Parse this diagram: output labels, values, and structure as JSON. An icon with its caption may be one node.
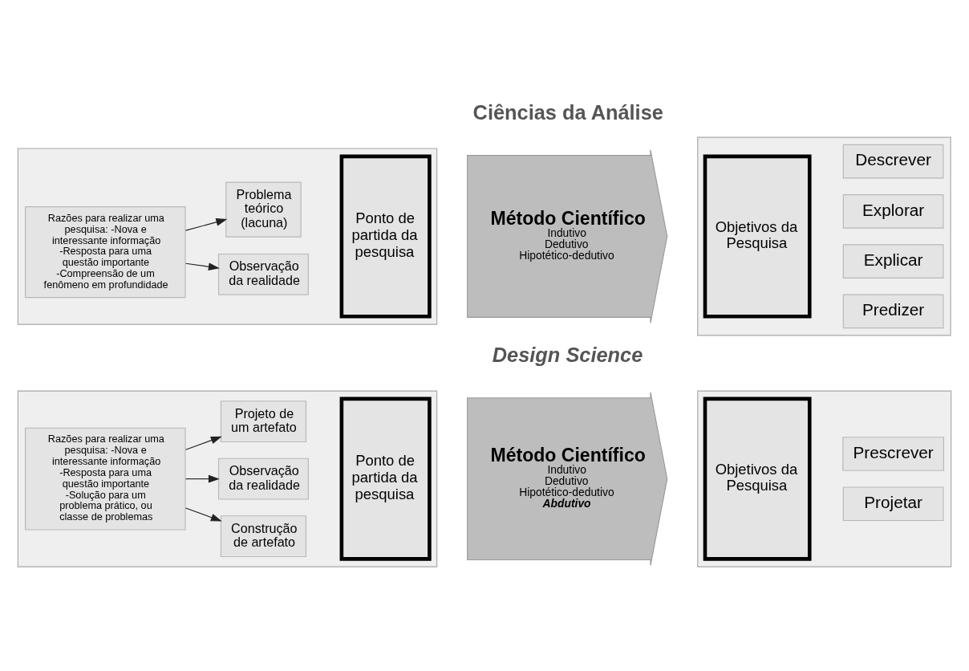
{
  "diagram": {
    "nodes": [
      {
        "text": [],
        "shape": "box"
      },
      {
        "text": [
          "Razões para realizar uma pesquisa: -Nova e interessante informação -Resposta para uma questão importante -Compreensão de um fenômeno em profundidade"
        ],
        "in": 0
      },
      {
        "text": [
          "Problema teórico (lacuna)"
        ],
        "in": 0
      },
      {
        "text": [
          "Observação da realidade"
        ],
        "in": 0
      },
      {
        "text": [
          "Ponto de partida da pesquisa"
        ],
        "in": 0
      },
      {
        "text": [
          "Método Científico",
          "Indutivo",
          "Dedutivo",
          "Hipotético-dedutivo"
        ]
      },
      {
        "text": [],
        "shape": "box"
      },
      {
        "text": [
          "Objetivos da Pesquisa"
        ],
        "in": 6
      },
      {
        "text": [
          "Descrever"
        ],
        "in": 6
      },
      {
        "text": [
          "Explorar"
        ],
        "in": 6
      },
      {
        "text": [
          "Explicar"
        ],
        "in": 6
      },
      {
        "text": [
          "Predizer"
        ],
        "in": 6
      },
      {
        "text": [],
        "shape": "box"
      },
      {
        "text": [
          "Razões para realizar uma pesquisa: -Nova e interessante informação -Resposta para uma questão importante -Solução para um problema prático, ou classe de problemas"
        ],
        "in": 12
      },
      {
        "text": [
          "Projeto de um artefato"
        ],
        "in": 12
      },
      {
        "text": [
          "Observação da realidade"
        ],
        "in": 12
      },
      {
        "text": [
          "Construção de artefato"
        ],
        "in": 12
      },
      {
        "text": [
          "Ponto de partida da pesquisa"
        ],
        "in": 12
      },
      {
        "text": [
          "Método Científico",
          "Indutivo",
          "Dedutivo",
          "Hipotético-dedutivo",
          "Abdutivo"
        ]
      },
      {
        "text": [],
        "shape": "box"
      },
      {
        "text": [
          "Objetivos da Pesquisa"
        ],
        "in": 19
      },
      {
        "text": [
          "Prescrever"
        ],
        "in": 19
      },
      {
        "text": [
          "Projetar"
        ],
        "in": 19
      }
    ],
    "edges": [
      {
        "from": 1,
        "to": 2,
        "arrow": "to"
      },
      {
        "from": 1,
        "to": 3,
        "arrow": "to"
      },
      {
        "from": 13,
        "to": 14,
        "arrow": "to"
      },
      {
        "from": 13,
        "to": 15,
        "arrow": "to"
      },
      {
        "from": 13,
        "to": 16,
        "arrow": "to"
      }
    ],
    "labels": [
      "Ciências da Análise",
      "Design Science"
    ]
  }
}
